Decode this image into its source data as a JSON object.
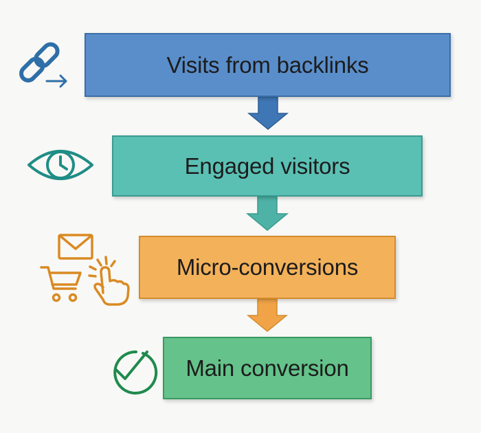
{
  "funnel": {
    "steps": [
      {
        "label": "Visits from backlinks",
        "icon": "link-arrow-icon",
        "color": "#5a8ecb"
      },
      {
        "label": "Engaged visitors",
        "icon": "eye-clock-icon",
        "color": "#5bc0b4"
      },
      {
        "label": "Micro-conversions",
        "icon": "email-cart-click-icons",
        "color": "#f3b15a"
      },
      {
        "label": "Main conversion",
        "icon": "check-circle-icon",
        "color": "#64c28a"
      }
    ]
  }
}
